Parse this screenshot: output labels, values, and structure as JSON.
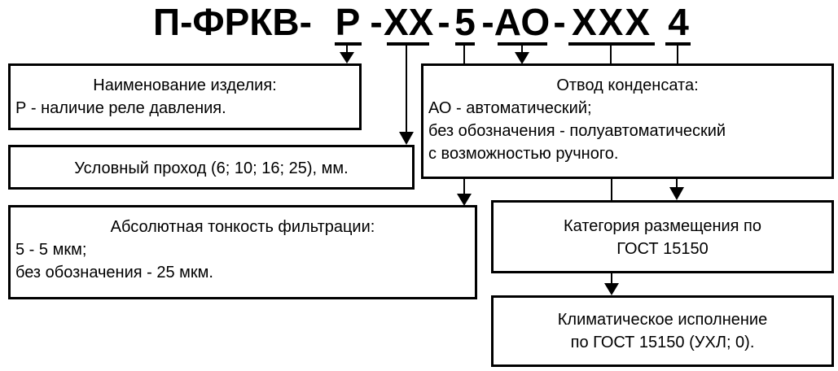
{
  "title_parts": [
    "П-ФРКВ-",
    "Р",
    "-",
    "XX",
    "-",
    "5",
    "-",
    "АО",
    "-",
    "XXX",
    "4"
  ],
  "boxes": {
    "name": {
      "heading": "Наименование изделия:",
      "lines": [
        "Р - наличие реле давления."
      ]
    },
    "bore": {
      "heading": "Условный проход (6; 10; 16; 25), мм."
    },
    "filtration": {
      "heading": "Абсолютная тонкость фильтрации:",
      "lines": [
        "5 - 5 мкм;",
        "без обозначения - 25 мкм."
      ]
    },
    "drain": {
      "heading": "Отвод конденсата:",
      "lines": [
        "АО - автоматический;",
        "без обозначения - полуавтоматический",
        "с возможностью ручного."
      ]
    },
    "placement": {
      "lines": [
        "Категория размещения по",
        "ГОСТ 15150"
      ]
    },
    "climate": {
      "lines": [
        "Климатическое исполнение",
        "по ГОСТ 15150 (УХЛ; 0)."
      ]
    }
  }
}
